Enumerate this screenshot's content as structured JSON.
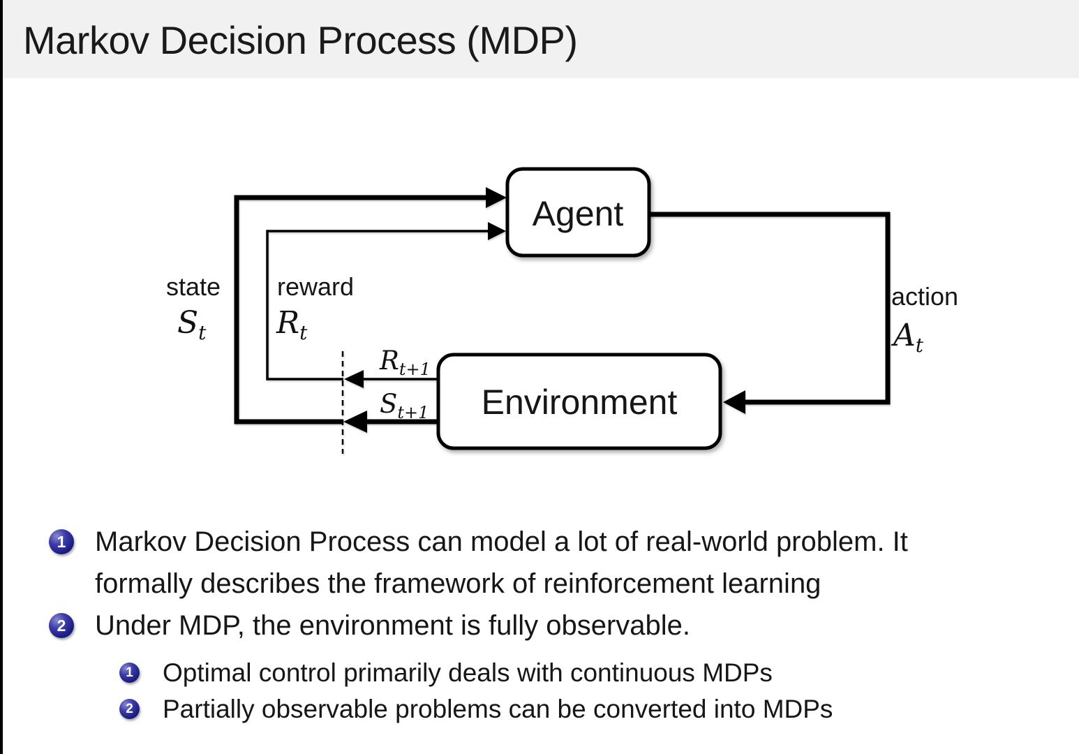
{
  "title": "Markov Decision Process (MDP)",
  "diagram": {
    "agent_label": "Agent",
    "environment_label": "Environment",
    "state": {
      "label": "state",
      "symbol": "S",
      "sub": "t"
    },
    "reward": {
      "label": "reward",
      "symbol": "R",
      "sub": "t"
    },
    "action": {
      "label": "action",
      "symbol": "A",
      "sub": "t"
    },
    "next_reward": {
      "symbol": "R",
      "sub": "t+1"
    },
    "next_state": {
      "symbol": "S",
      "sub": "t+1"
    }
  },
  "bullets": [
    {
      "number": "1",
      "lines": [
        "Markov Decision Process can model a lot of real-world problem. It",
        "formally describes the framework of reinforcement learning"
      ]
    },
    {
      "number": "2",
      "lines": [
        "Under MDP, the environment is fully observable."
      ],
      "subitems": [
        {
          "number": "1",
          "text": "Optimal control primarily deals with continuous MDPs"
        },
        {
          "number": "2",
          "text": "Partially observable problems can be converted into MDPs"
        }
      ]
    }
  ],
  "colors": {
    "header_bg": "#f1f1f1",
    "body_bg": "#ffffff",
    "text": "#161616",
    "bullet_ball": "#22228c",
    "diagram_stroke": "#000000"
  }
}
